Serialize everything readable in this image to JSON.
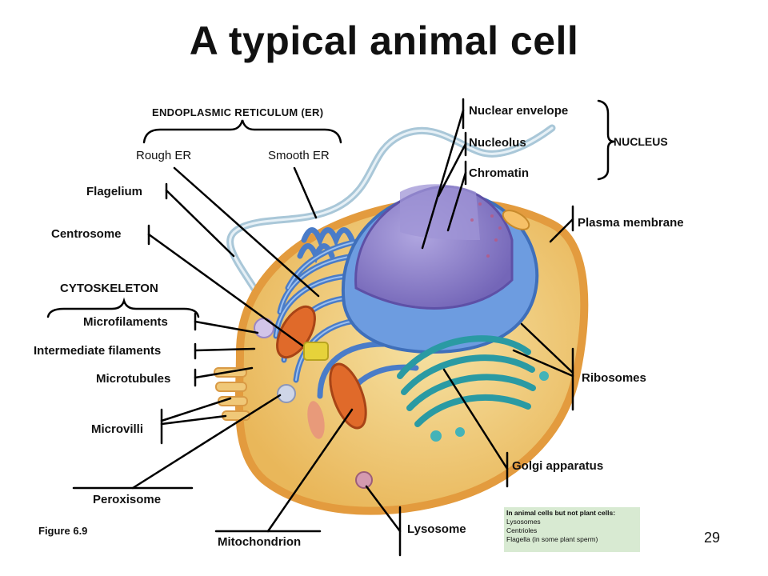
{
  "title": "A typical animal cell",
  "labels": {
    "er_group": "ENDOPLASMIC RETICULUM (ER)",
    "rough_er": "Rough ER",
    "smooth_er": "Smooth ER",
    "flagellum": "Flagelium",
    "centrosome": "Centrosome",
    "cytoskeleton": "CYTOSKELETON",
    "microfilaments": "Microfilaments",
    "intermediate_filaments": "Intermediate filaments",
    "microtubules": "Microtubules",
    "microvilli": "Microvilli",
    "peroxisome": "Peroxisome",
    "mitochondrion": "Mitochondrion",
    "lysosome": "Lysosome",
    "golgi": "Golgi apparatus",
    "ribosomes": "Ribosomes",
    "plasma_membrane": "Plasma membrane",
    "nuclear_envelope": "Nuclear envelope",
    "nucleolus": "Nucleolus",
    "chromatin": "Chromatin",
    "nucleus": "NUCLEUS"
  },
  "figure": "Figure 6.9",
  "page_number": "29",
  "note": {
    "heading": "In animal cells but not plant cells:",
    "items": [
      "Lysosomes",
      "Centrioles",
      "Flagella (in some plant sperm)"
    ]
  },
  "colors": {
    "cytoplasm": "#f2d58a",
    "membrane": "#e8a94a",
    "er": "#5a8ad0",
    "nucleus": "#8e80c8",
    "golgi": "#2f9aa0",
    "mitochondria": "#e06a2a"
  }
}
